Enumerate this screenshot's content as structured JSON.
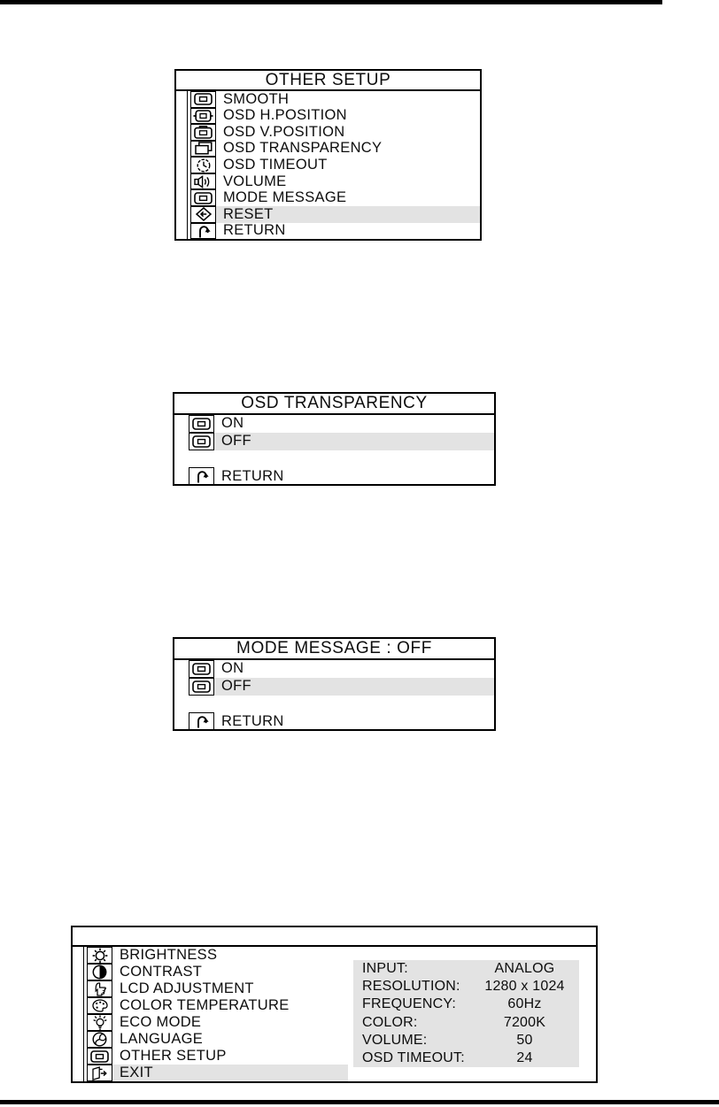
{
  "colors": {
    "highlight": "#e3e3e3",
    "info_bg": "#e3e3e3",
    "border": "#000000",
    "page_bg": "#ffffff"
  },
  "panels": [
    {
      "id": "other-setup",
      "title": "OTHER SETUP",
      "items": [
        {
          "label": "SMOOTH",
          "icon": "screen-icon"
        },
        {
          "label": "OSD H.POSITION",
          "icon": "osd-h-position-icon"
        },
        {
          "label": "OSD V.POSITION",
          "icon": "osd-v-position-icon"
        },
        {
          "label": "OSD TRANSPARENCY",
          "icon": "transparency-icon"
        },
        {
          "label": "OSD TIMEOUT",
          "icon": "clock-icon"
        },
        {
          "label": "VOLUME",
          "icon": "speaker-icon"
        },
        {
          "label": "MODE MESSAGE",
          "icon": "screen-icon"
        },
        {
          "label": "RESET",
          "icon": "reset-icon",
          "highlighted": true
        },
        {
          "label": "RETURN",
          "icon": "return-icon"
        }
      ]
    },
    {
      "id": "osd-transparency",
      "title": "OSD TRANSPARENCY",
      "items": [
        {
          "label": "ON",
          "icon": "screen-icon"
        },
        {
          "label": "OFF",
          "icon": "screen-icon",
          "highlighted": true
        },
        {
          "label": "",
          "icon": null
        },
        {
          "label": "RETURN",
          "icon": "return-icon"
        }
      ]
    },
    {
      "id": "mode-message",
      "title": "MODE MESSAGE : OFF",
      "items": [
        {
          "label": "ON",
          "icon": "screen-icon"
        },
        {
          "label": "OFF",
          "icon": "screen-icon",
          "highlighted": true
        },
        {
          "label": "",
          "icon": null
        },
        {
          "label": "RETURN",
          "icon": "return-icon"
        }
      ]
    },
    {
      "id": "main-menu",
      "title": "",
      "items": [
        {
          "label": "BRIGHTNESS",
          "icon": "brightness-icon"
        },
        {
          "label": "CONTRAST",
          "icon": "contrast-icon"
        },
        {
          "label": "LCD ADJUSTMENT",
          "icon": "hand-icon"
        },
        {
          "label": "COLOR TEMPERATURE",
          "icon": "palette-icon"
        },
        {
          "label": "ECO MODE",
          "icon": "eco-bulb-icon"
        },
        {
          "label": "LANGUAGE",
          "icon": "globe-icon"
        },
        {
          "label": "OTHER SETUP",
          "icon": "screen-icon"
        },
        {
          "label": "EXIT",
          "icon": "exit-icon",
          "highlighted": true,
          "highlight_partial": true
        }
      ],
      "info": {
        "rows": [
          {
            "label": "INPUT:",
            "value": "ANALOG"
          },
          {
            "label": "RESOLUTION:",
            "value": "1280 x 1024"
          },
          {
            "label": "FREQUENCY:",
            "value": "60Hz"
          },
          {
            "label": "COLOR:",
            "value": "7200K"
          },
          {
            "label": "VOLUME:",
            "value": "50"
          },
          {
            "label": "OSD TIMEOUT:",
            "value": "24"
          }
        ]
      }
    }
  ]
}
